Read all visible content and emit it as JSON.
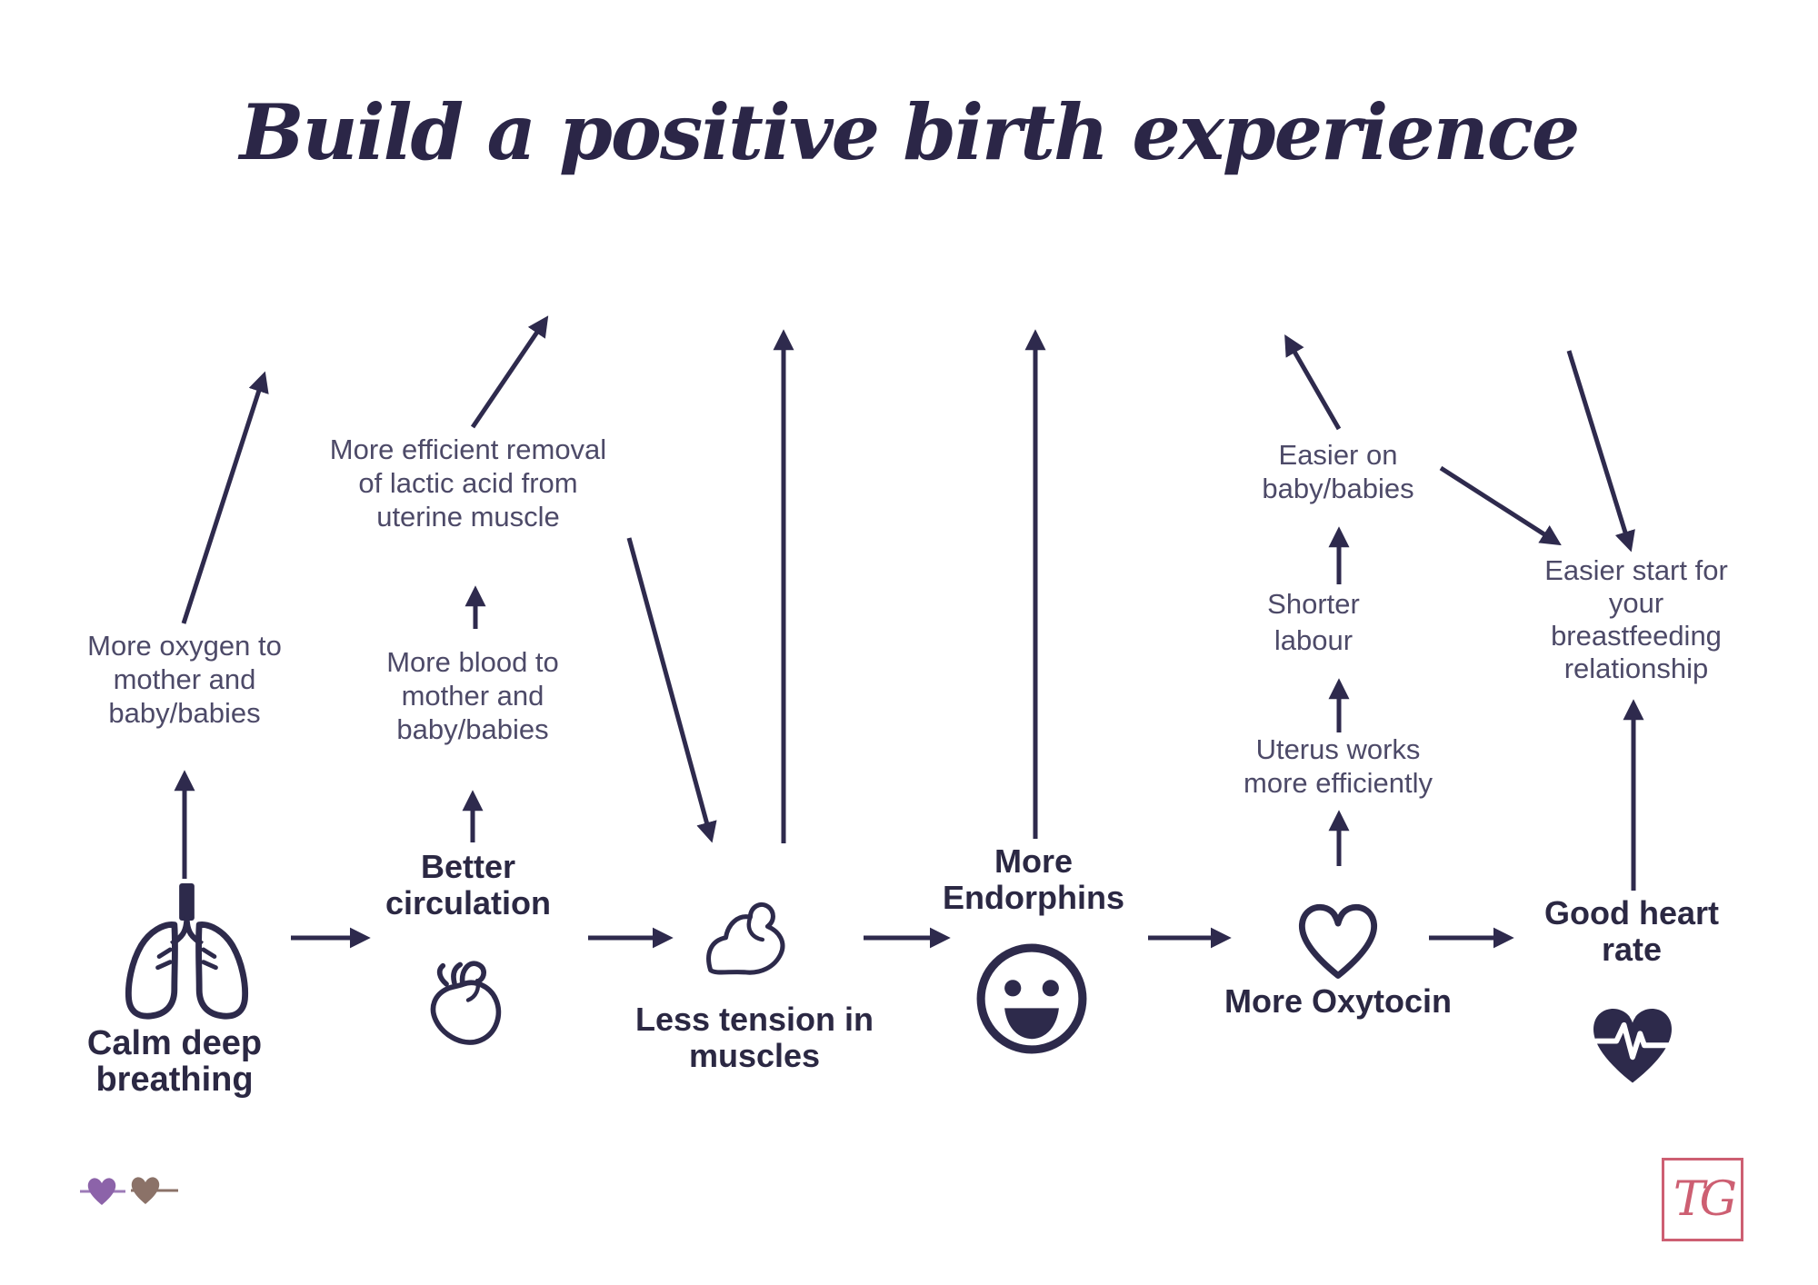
{
  "title": "Build a positive birth experience",
  "nodes": [
    {
      "id": "breathing",
      "label": "Calm deep\nbreathing",
      "icon": "lungs-icon"
    },
    {
      "id": "circulation",
      "label": "Better\ncirculation",
      "icon": "anatomical-heart-icon"
    },
    {
      "id": "muscles",
      "label": "Less tension in\nmuscles",
      "icon": "flexed-biceps-icon"
    },
    {
      "id": "endorphins",
      "label": "More\nEndorphins",
      "icon": "smiley-face-icon"
    },
    {
      "id": "oxytocin",
      "label": "More Oxytocin",
      "icon": "heart-outline-icon"
    },
    {
      "id": "heartrate",
      "label": "Good heart\nrate",
      "icon": "heart-pulse-icon"
    }
  ],
  "annotations": [
    {
      "id": "oxygen",
      "text": "More oxygen to\nmother and\nbaby/babies"
    },
    {
      "id": "blood",
      "text": "More blood to\nmother and\nbaby/babies"
    },
    {
      "id": "lactic",
      "text": "More efficient removal\nof lactic acid from\nuterine muscle"
    },
    {
      "id": "easier-baby",
      "text": "Easier on\nbaby/babies"
    },
    {
      "id": "labour",
      "text": "Shorter\nlabour"
    },
    {
      "id": "uterus",
      "text": "Uterus works\nmore efficiently"
    },
    {
      "id": "breastfeeding",
      "text": "Easier start for\nyour\nbreastfeeding\nrelationship"
    }
  ],
  "logo": {
    "initials": "TG"
  },
  "colors": {
    "navy": "#2d2a4b",
    "text_muted": "#4d4a68",
    "pink": "#cd5f72",
    "purple": "#8c63a9",
    "taupe": "#8b7268"
  }
}
